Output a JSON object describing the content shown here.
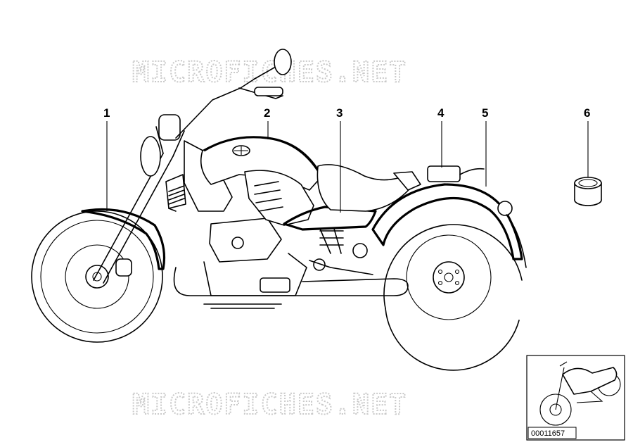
{
  "watermark": "MICROFICHES.NET",
  "callouts": [
    {
      "label": "1",
      "part": "front-fender"
    },
    {
      "label": "2",
      "part": "fuel-tank"
    },
    {
      "label": "3",
      "part": "side-trim"
    },
    {
      "label": "4",
      "part": "rear-seat-cover"
    },
    {
      "label": "5",
      "part": "rear-fender"
    },
    {
      "label": "6",
      "part": "roll"
    }
  ],
  "reference_number": "00011657"
}
